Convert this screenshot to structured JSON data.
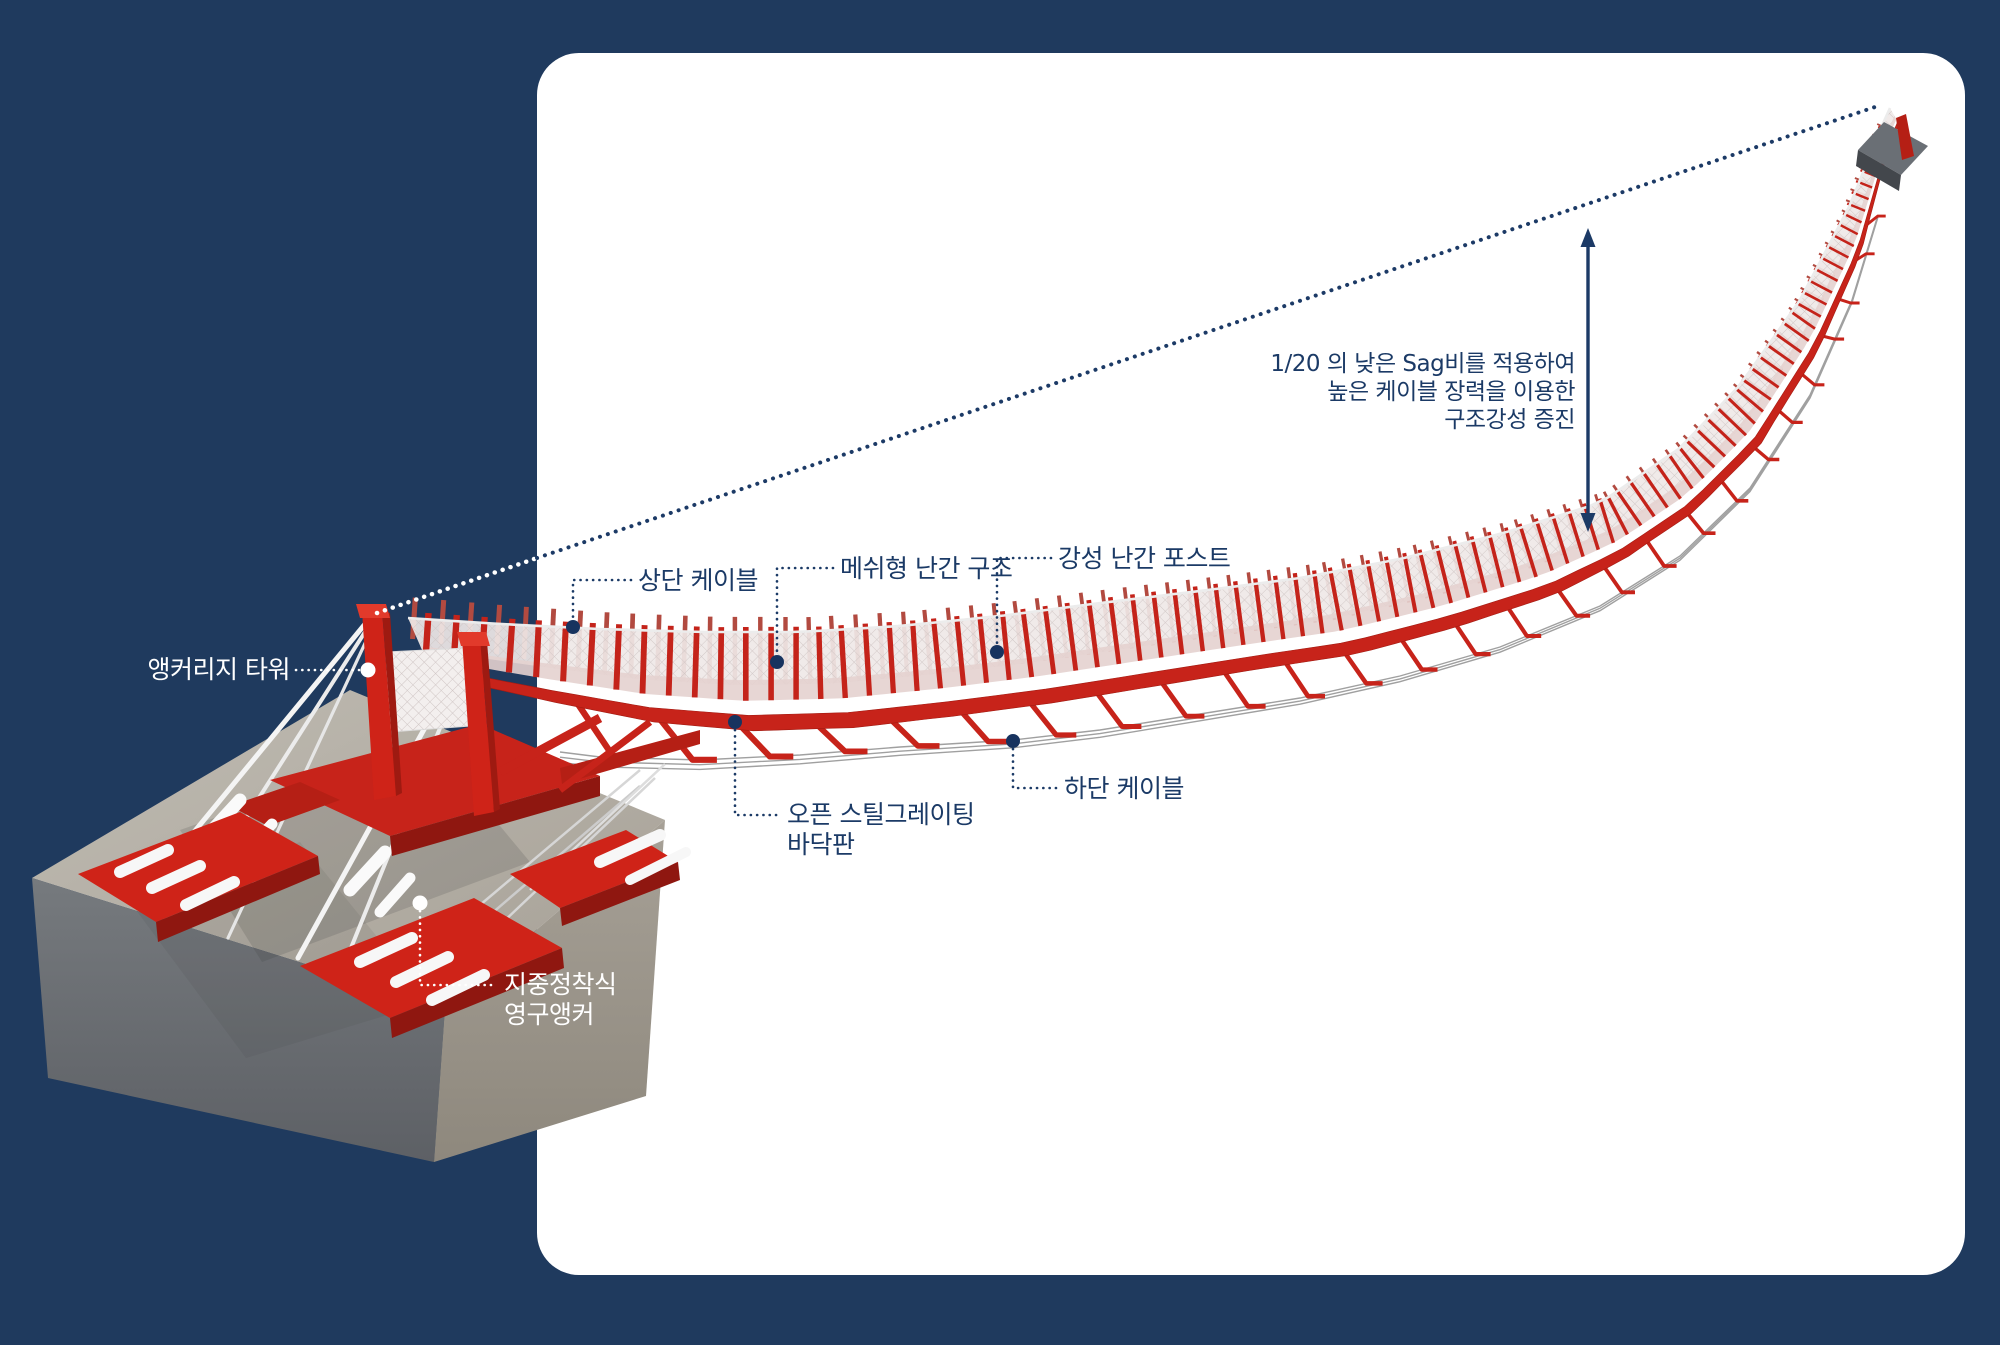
{
  "scene": {
    "background_color": "#1f3a5e",
    "panel_color": "#ffffff",
    "accent_red": "#cf2318",
    "label_navy": "#1b3a66",
    "label_white": "#ffffff",
    "sag_ratio": "1/20"
  },
  "labels": {
    "anchorage_tower": "앵커리지 타워",
    "upper_cable": "상단 케이블",
    "mesh_railing": "메쉬형 난간 구조",
    "rigid_railing_post": "강성 난간 포스트",
    "lower_cable": "하단 케이블",
    "deck_plate_line1": "오픈 스틸그레이팅",
    "deck_plate_line2": "바닥판",
    "ground_anchor_line1": "지중정착식",
    "ground_anchor_line2": "영구앵커"
  },
  "annotation": {
    "sag_note_line1": "1/20 의 낮은 Sag비를 적용하여",
    "sag_note_line2": "높은 케이블 장력을 이용한",
    "sag_note_line3": "구조강성 증진"
  }
}
